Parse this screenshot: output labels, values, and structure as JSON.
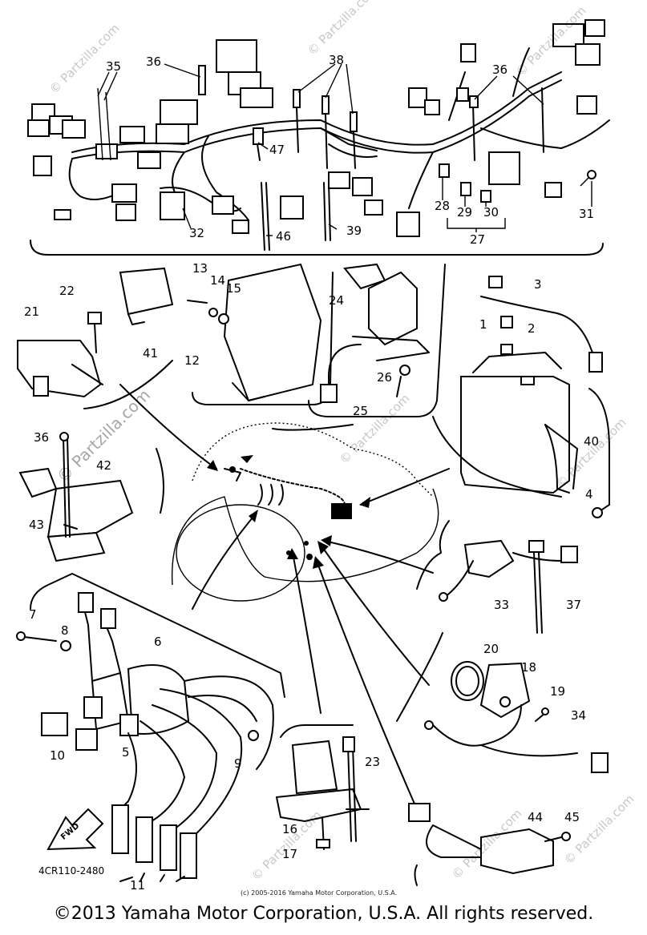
{
  "watermark": "© Partzilla.com",
  "diagram_code": "4CR110-2480",
  "fwd_label": "FWD",
  "small_copyright": "(c) 2005-2016 Yamaha Motor Corporation, U.S.A.",
  "copyright": "©2013 Yamaha Motor Corporation, U.S.A. All rights reserved.",
  "callouts": [
    "1",
    "2",
    "3",
    "4",
    "5",
    "6",
    "7",
    "8",
    "9",
    "10",
    "11",
    "12",
    "13",
    "14",
    "15",
    "16",
    "17",
    "18",
    "19",
    "20",
    "21",
    "22",
    "23",
    "24",
    "25",
    "26",
    "27",
    "28",
    "29",
    "30",
    "31",
    "32",
    "33",
    "34",
    "35",
    "36",
    "37",
    "38",
    "39",
    "40",
    "41",
    "42",
    "43",
    "44",
    "45",
    "46",
    "47"
  ]
}
